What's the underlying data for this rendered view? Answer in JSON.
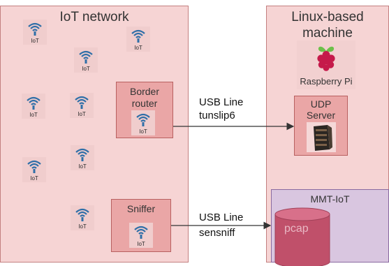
{
  "iot_network": {
    "title": "IoT network"
  },
  "linux_machine": {
    "title_line1": "Linux-based",
    "title_line2": "machine"
  },
  "raspberry": {
    "label": "Raspberry Pi"
  },
  "border_router": {
    "title_line1": "Border",
    "title_line2": "router"
  },
  "sniffer": {
    "title": "Sniffer"
  },
  "udp_server": {
    "title_line1": "UDP",
    "title_line2": "Server"
  },
  "mmt_iot": {
    "title": "MMT-IoT",
    "pcap_label": "pcap"
  },
  "links": {
    "tunslip": {
      "line1": "USB Line",
      "line2": "tunslip6"
    },
    "sensniff": {
      "line1": "USB Line",
      "line2": "sensniff"
    }
  },
  "iot_label": "IoT",
  "colors": {
    "region_fill": "#f6d4d4",
    "box_fill": "#eaa6a6",
    "mmt_fill": "#d9c6e0",
    "pcap_fill": "#c0506a",
    "wifi_blue": "#2f6fa8"
  }
}
